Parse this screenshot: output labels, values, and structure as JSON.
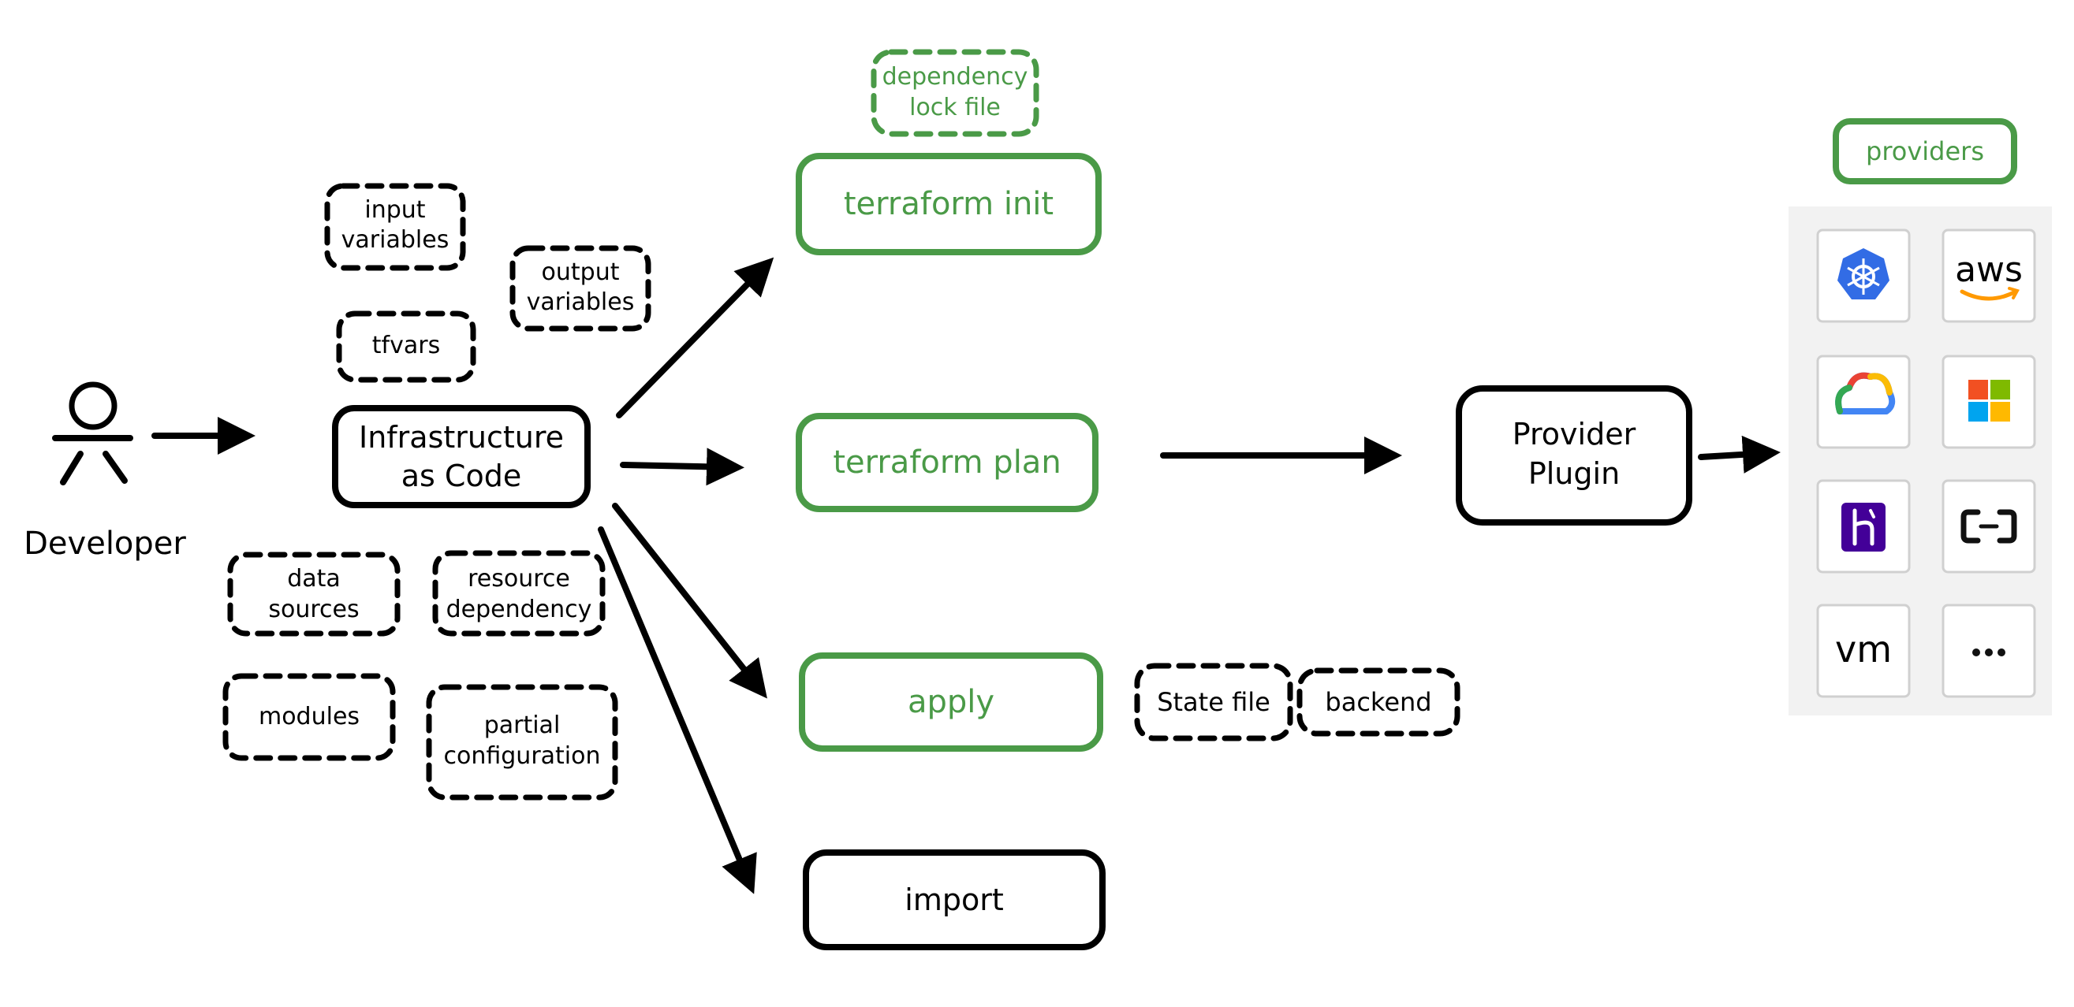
{
  "actor": {
    "label": "Developer"
  },
  "center": {
    "line1": "Infrastructure",
    "line2": "as Code"
  },
  "concepts": {
    "input_variables": {
      "line1": "input",
      "line2": "variables"
    },
    "output_variables": {
      "line1": "output",
      "line2": "variables"
    },
    "tfvars": {
      "line1": "tfvars"
    },
    "data_sources": {
      "line1": "data",
      "line2": "sources"
    },
    "resource_dependency": {
      "line1": "resource",
      "line2": "dependency"
    },
    "modules": {
      "line1": "modules"
    },
    "partial_configuration": {
      "line1": "partial",
      "line2": "configuration"
    }
  },
  "commands": {
    "init": "terraform init",
    "plan": "terraform plan",
    "apply": "apply",
    "import": "import"
  },
  "lock_file": {
    "line1": "dependency",
    "line2": "lock file"
  },
  "state": {
    "state_file": "State file",
    "backend": "backend"
  },
  "provider_plugin": {
    "line1": "Provider",
    "line2": "Plugin"
  },
  "providers": {
    "title": "providers",
    "icons": [
      "kubernetes-icon",
      "aws-icon",
      "google-cloud-icon",
      "microsoft-icon",
      "heroku-icon",
      "alibaba-cloud-icon",
      "vmware-icon",
      "more-icon"
    ],
    "aws_text": "aws",
    "vmware_text": "vm"
  },
  "colors": {
    "green": "#4a9a47",
    "black": "#000000",
    "panel": "#f2f2f2",
    "kubernetes": "#326ce5",
    "heroku": "#430098",
    "aws_orange": "#ff9900",
    "ms_red": "#f25022",
    "ms_green": "#7fba00",
    "ms_blue": "#00a4ef",
    "ms_yellow": "#ffb900"
  }
}
